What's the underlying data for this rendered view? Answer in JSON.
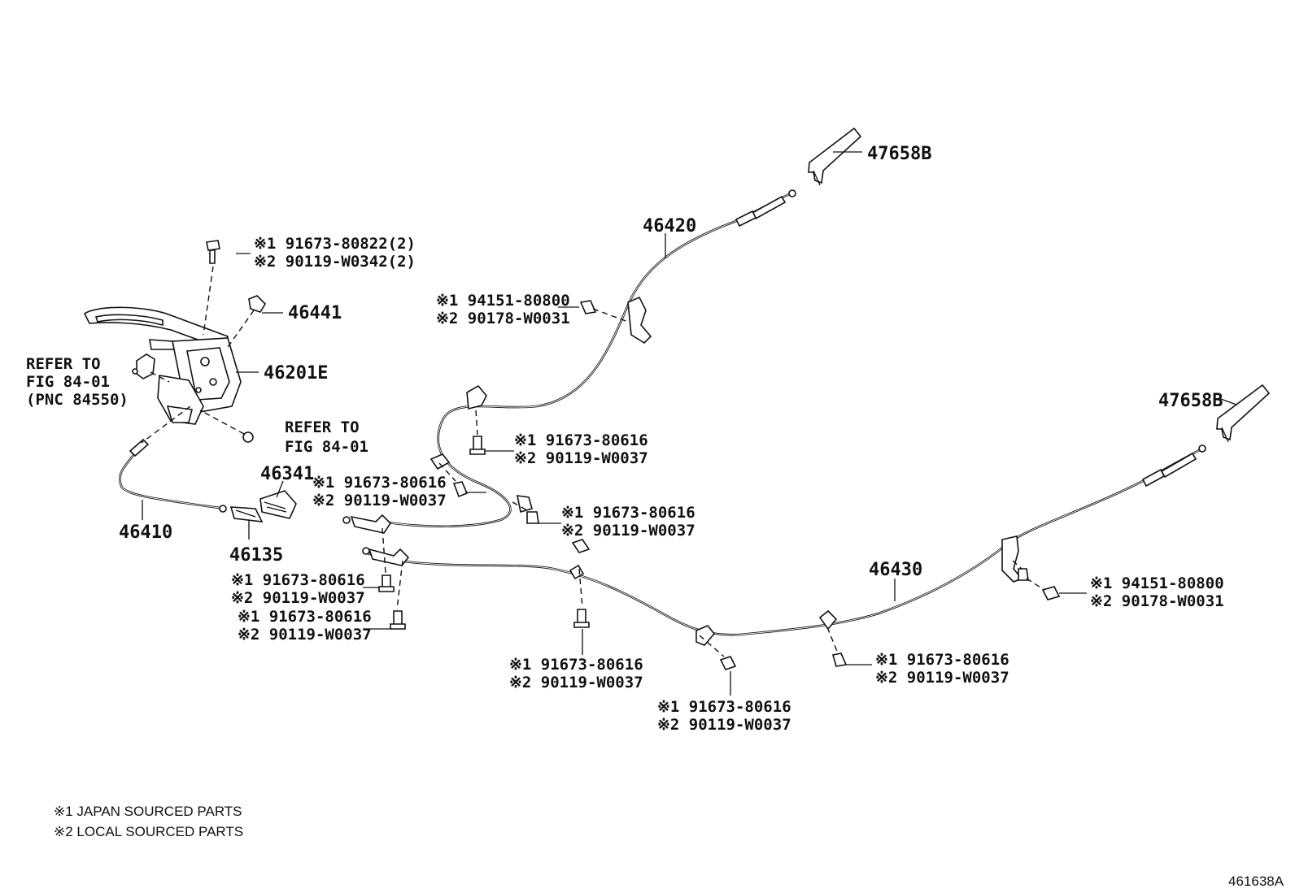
{
  "parts": {
    "p47658B_top": "47658B",
    "p47658B_right": "47658B",
    "p46420": "46420",
    "p46441": "46441",
    "p46201E": "46201E",
    "p46341": "46341",
    "p46410": "46410",
    "p46135": "46135",
    "p46430": "46430"
  },
  "refer": {
    "left": [
      "REFER TO",
      "FIG 84-01",
      "(PNC 84550)"
    ],
    "mid": [
      "REFER TO",
      "FIG 84-01"
    ]
  },
  "callouts": {
    "c1": [
      "※1 91673-80822(2)",
      "※2 90119-W0342(2)"
    ],
    "c2": [
      "※1 94151-80800",
      "※2 90178-W0031"
    ],
    "c3": [
      "※1 91673-80616",
      "※2 90119-W0037"
    ],
    "c4": [
      "※1 91673-80616",
      "※2 90119-W0037"
    ],
    "c5": [
      "※1 91673-80616",
      "※2 90119-W0037"
    ],
    "c6": [
      "※1 91673-80616",
      "※2 90119-W0037"
    ],
    "c7": [
      "※1 91673-80616",
      "※2 90119-W0037"
    ],
    "c8": [
      "※1 91673-80616",
      "※2 90119-W0037"
    ],
    "c9": [
      "※1 91673-80616",
      "※2 90119-W0037"
    ],
    "c10": [
      "※1 91673-80616",
      "※2 90119-W0037"
    ],
    "c11": [
      "※1 94151-80800",
      "※2 90178-W0031"
    ]
  },
  "legend": [
    "※1 JAPAN SOURCED PARTS",
    "※2 LOCAL SOURCED PARTS"
  ],
  "figure_code": "461638A"
}
